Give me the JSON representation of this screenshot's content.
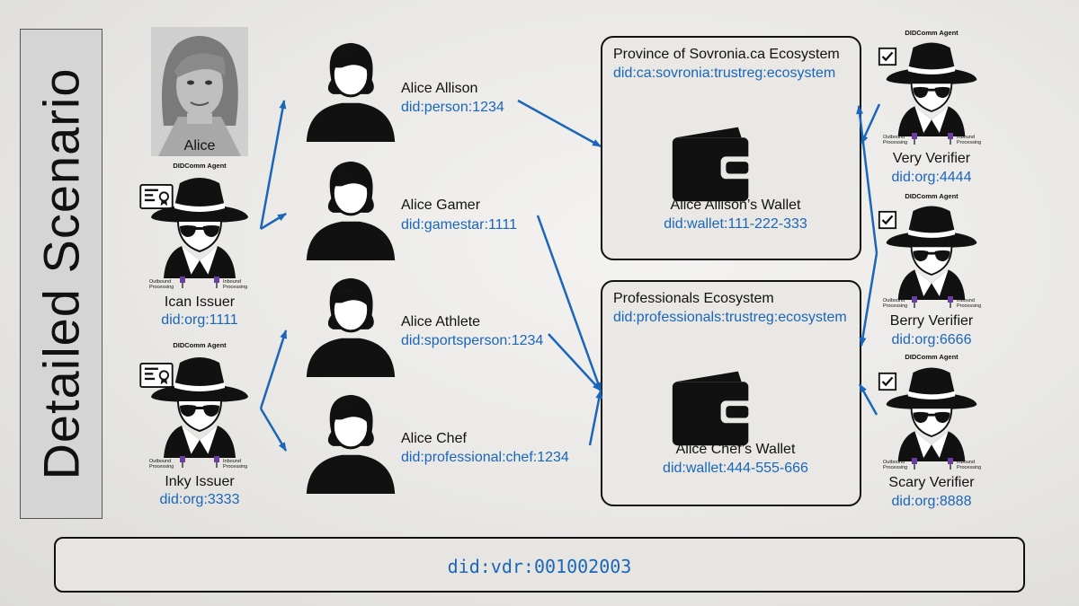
{
  "slide_title": "Detailed Scenario",
  "photo": {
    "label": "Alice"
  },
  "agent_label": "DIDComm Agent",
  "outbound_label": "Outbound Processing",
  "inbound_label": "Inbound Processing",
  "issuers": [
    {
      "name": "Ican Issuer",
      "did": "did:org:1111"
    },
    {
      "name": "Inky Issuer",
      "did": "did:org:3333"
    }
  ],
  "personas": [
    {
      "name": "Alice Allison",
      "did": "did:person:1234"
    },
    {
      "name": "Alice Gamer",
      "did": "did:gamestar:1111"
    },
    {
      "name": "Alice Athlete",
      "did": "did:sportsperson:1234"
    },
    {
      "name": "Alice Chef",
      "did": "did:professional:chef:1234"
    }
  ],
  "ecosystems": [
    {
      "title": "Province of Sovronia.ca Ecosystem",
      "did": "did:ca:sovronia:trustreg:ecosystem",
      "wallet_name": "Alice Allison’s Wallet",
      "wallet_did": "did:wallet:111-222-333"
    },
    {
      "title": "Professionals Ecosystem",
      "did": "did:professionals:trustreg:ecosystem",
      "wallet_name": "Alice Chef’s Wallet",
      "wallet_did": "did:wallet:444-555-666"
    }
  ],
  "verifiers": [
    {
      "name": "Very Verifier",
      "did": "did:org:4444"
    },
    {
      "name": "Berry Verifier",
      "did": "did:org:6666"
    },
    {
      "name": "Scary Verifier",
      "did": "did:org:8888"
    }
  ],
  "vdr": "did:vdr:001002003",
  "colors": {
    "accent": "#1a66b8",
    "ink": "#111111",
    "processing": "#6b3fa0"
  }
}
